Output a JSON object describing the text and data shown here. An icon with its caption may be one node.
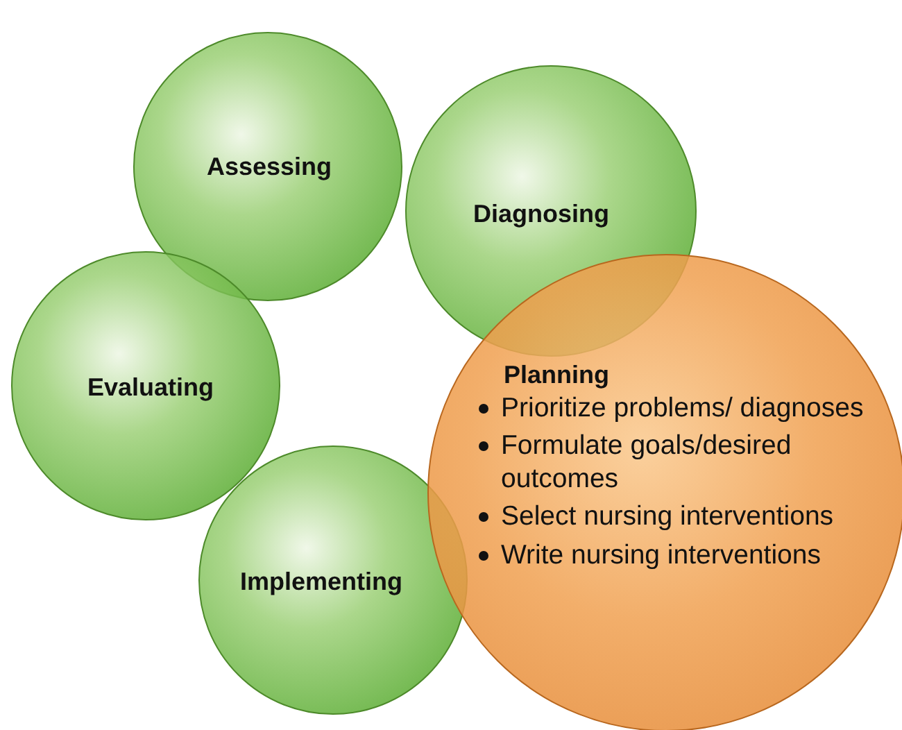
{
  "diagram": {
    "nodes": [
      {
        "text": [
          "Assessing"
        ]
      },
      {
        "text": [
          "Diagnosing"
        ]
      },
      {
        "text": [
          "Evaluating"
        ]
      },
      {
        "text": [
          "Implementing"
        ]
      },
      {
        "text": [
          "Planning",
          "Prioritize problems/ diagnoses",
          "Formulate goals/desired outcomes",
          "Select nursing interventions",
          "Write nursing interventions"
        ]
      }
    ],
    "edges": []
  }
}
